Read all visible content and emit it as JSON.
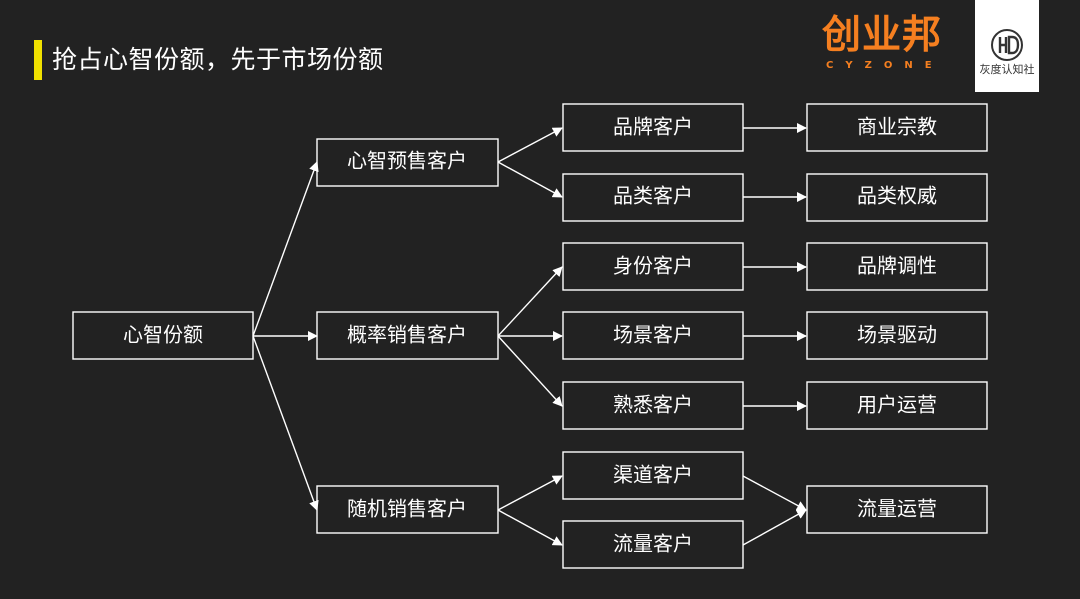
{
  "title": "抢占心智份额，先于市场份额",
  "logo": {
    "name": "创业邦",
    "subtitle": "CYZONE",
    "badge": "灰度认知社"
  },
  "colors": {
    "background": "#222222",
    "accent": "#f0e000",
    "brand": "#f57f20",
    "line": "#ffffff"
  },
  "diagram": {
    "nodes": {
      "root": "心智份额",
      "presale": "心智预售客户",
      "probability": "概率销售客户",
      "random": "随机销售客户",
      "brand_customer": "品牌客户",
      "category_customer": "品类客户",
      "identity_customer": "身份客户",
      "scene_customer": "场景客户",
      "familiar_customer": "熟悉客户",
      "channel_customer": "渠道客户",
      "traffic_customer": "流量客户",
      "business_religion": "商业宗教",
      "category_authority": "品类权威",
      "brand_tonality": "品牌调性",
      "scene_driven": "场景驱动",
      "user_operation": "用户运营",
      "traffic_operation": "流量运营"
    }
  }
}
